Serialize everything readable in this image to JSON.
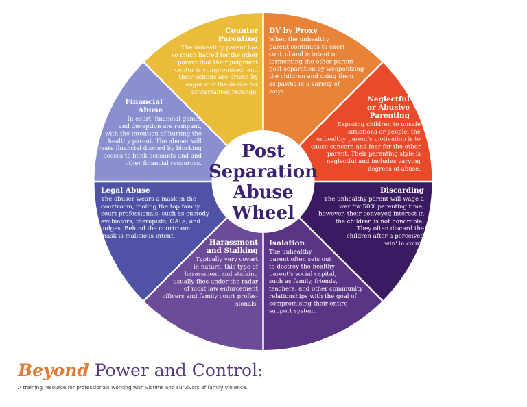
{
  "center_title": [
    "Post",
    "Separation",
    "Abuse",
    "Wheel"
  ],
  "segments": [
    {
      "id": "dv-by-proxy",
      "color": "#e8833a",
      "title": [
        "DV by Proxy"
      ],
      "body": [
        "When the unhealthy",
        "parent continues to exert",
        "control and is intent on",
        "tormenting the other parent",
        "post-separation by weaponizing",
        "the children and using them",
        "as pawns in a variety of",
        "ways."
      ]
    },
    {
      "id": "neglectful-parenting",
      "color": "#e94a2a",
      "title": [
        "Neglectful",
        "or Abusive",
        "Parenting"
      ],
      "body": [
        "Exposing children to unsafe",
        "situations or people, the",
        "unhealthy parent's motivation is to",
        "cause concern and fear for the other",
        "parent. Their parenting style is",
        "neglectful and includes varying",
        "degrees of abuse."
      ]
    },
    {
      "id": "discarding",
      "color": "#3a1a60",
      "title": [
        "Discarding"
      ],
      "body": [
        "The unhealthy parent will wage a",
        "war for 50% parenting time;",
        "however, their conveyed interest in",
        "the children is not honorable.",
        "They often discard the",
        "children after a perceived",
        "'win' in court."
      ]
    },
    {
      "id": "isolation",
      "color": "#5b3485",
      "title": [
        "Isolation"
      ],
      "body": [
        "The unhealthy",
        "parent often sets out",
        "to destroy the healthy",
        "parent's social capital,",
        "such as family, friends,",
        "teachers, and other community",
        "relationships with the goal of",
        "compromising their entire",
        "support system."
      ]
    },
    {
      "id": "harassment-stalking",
      "color": "#6c4b98",
      "title": [
        "Harassment",
        "and Stalking"
      ],
      "body": [
        "Typically very covert",
        "in nature, this type of",
        "harassment and stalking",
        "usually flies under the radar",
        "of most law enforcement",
        "officers and family court profes-",
        "sionals."
      ]
    },
    {
      "id": "legal-abuse",
      "color": "#5052a5",
      "title": [
        "Legal Abuse"
      ],
      "body": [
        "The abuser wears a mask in the",
        "courtroom, fooling the top family",
        "court professionals, such as custody",
        "evaluators, therapists, GALs, and",
        "judges. Behind the courtroom",
        "mask is malicious intent."
      ]
    },
    {
      "id": "financial-abuse",
      "color": "#8a8fcf",
      "title": [
        "Financial",
        "Abuse"
      ],
      "body": [
        "In court, financial games",
        "and deception are rampant,",
        "with the intention of hurting the",
        "healthy parent. The abuser will",
        "create financial discord by blocking",
        "access to bank accounts and and",
        "other financial resources."
      ]
    },
    {
      "id": "counter-parenting",
      "color": "#ebbb3a",
      "title": [
        "Counter",
        "Parenting"
      ],
      "body": [
        "The unhealthy parent has",
        "so much hatred for the other",
        "parent that their judgment",
        "center is compromised, and",
        "their actions are driven by",
        "anger and the desire for",
        "unwarranted revenge."
      ]
    }
  ],
  "brand": {
    "em": "Beyond",
    "rest": " Power and Control:"
  },
  "tagline": "A training resource for professionals working with victims and survivors of family violence."
}
